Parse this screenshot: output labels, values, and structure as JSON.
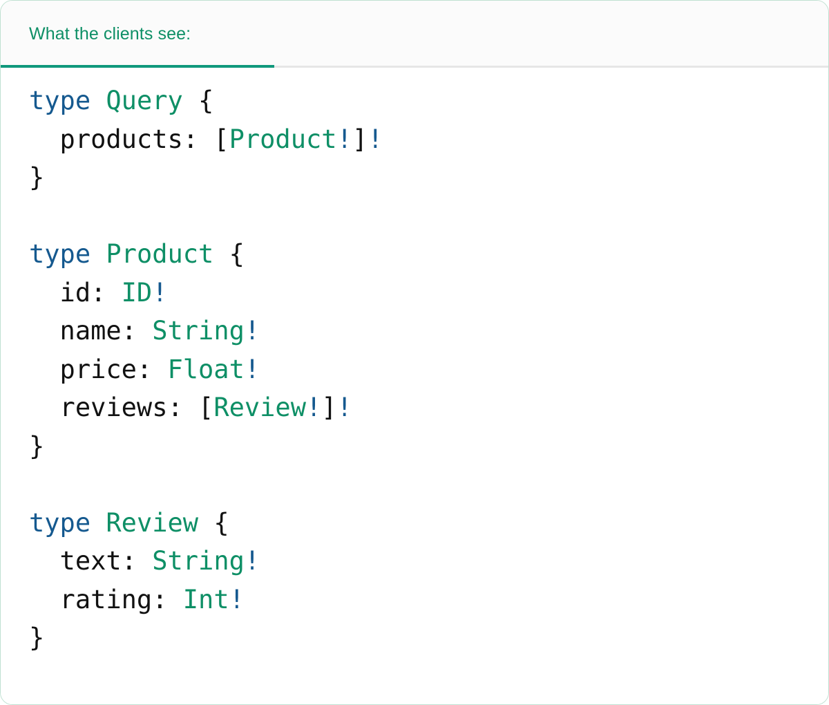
{
  "card": {
    "border_color": "#bfe0d1",
    "background": "#ffffff"
  },
  "tabs": {
    "active_index": 0,
    "items": [
      {
        "label": "What the clients see:",
        "active": true
      }
    ],
    "active_color": "#0e8f66",
    "underline_color": "#10987c",
    "strip_background": "#fbfbfb",
    "strip_rule_color": "#e6e6e6"
  },
  "code": {
    "language": "graphql",
    "colors": {
      "keyword": "#15598f",
      "type_name": "#0e8f66",
      "non_null": "#15598f",
      "punctuation": "#111111",
      "background": "#ffffff"
    },
    "raw": "type Query {\n  products: [Product!]!\n}\n\ntype Product {\n  id: ID!\n  name: String!\n  price: Float!\n  reviews: [Review!]!\n}\n\ntype Review {\n  text: String!\n  rating: Int!\n}",
    "lines": [
      {
        "tokens": [
          {
            "t": "type",
            "c": "kw"
          },
          {
            "t": " ",
            "c": "pn"
          },
          {
            "t": "Query",
            "c": "tn"
          },
          {
            "t": " {",
            "c": "pn"
          }
        ]
      },
      {
        "tokens": [
          {
            "t": "  products: [",
            "c": "pn"
          },
          {
            "t": "Product",
            "c": "tn"
          },
          {
            "t": "!",
            "c": "bang"
          },
          {
            "t": "]",
            "c": "pn"
          },
          {
            "t": "!",
            "c": "bang"
          }
        ]
      },
      {
        "tokens": [
          {
            "t": "}",
            "c": "pn"
          }
        ]
      },
      {
        "tokens": []
      },
      {
        "tokens": [
          {
            "t": "type",
            "c": "kw"
          },
          {
            "t": " ",
            "c": "pn"
          },
          {
            "t": "Product",
            "c": "tn"
          },
          {
            "t": " {",
            "c": "pn"
          }
        ]
      },
      {
        "tokens": [
          {
            "t": "  id: ",
            "c": "pn"
          },
          {
            "t": "ID",
            "c": "tn"
          },
          {
            "t": "!",
            "c": "bang"
          }
        ]
      },
      {
        "tokens": [
          {
            "t": "  name: ",
            "c": "pn"
          },
          {
            "t": "String",
            "c": "tn"
          },
          {
            "t": "!",
            "c": "bang"
          }
        ]
      },
      {
        "tokens": [
          {
            "t": "  price: ",
            "c": "pn"
          },
          {
            "t": "Float",
            "c": "tn"
          },
          {
            "t": "!",
            "c": "bang"
          }
        ]
      },
      {
        "tokens": [
          {
            "t": "  reviews: [",
            "c": "pn"
          },
          {
            "t": "Review",
            "c": "tn"
          },
          {
            "t": "!",
            "c": "bang"
          },
          {
            "t": "]",
            "c": "pn"
          },
          {
            "t": "!",
            "c": "bang"
          }
        ]
      },
      {
        "tokens": [
          {
            "t": "}",
            "c": "pn"
          }
        ]
      },
      {
        "tokens": []
      },
      {
        "tokens": [
          {
            "t": "type",
            "c": "kw"
          },
          {
            "t": " ",
            "c": "pn"
          },
          {
            "t": "Review",
            "c": "tn"
          },
          {
            "t": " {",
            "c": "pn"
          }
        ]
      },
      {
        "tokens": [
          {
            "t": "  text: ",
            "c": "pn"
          },
          {
            "t": "String",
            "c": "tn"
          },
          {
            "t": "!",
            "c": "bang"
          }
        ]
      },
      {
        "tokens": [
          {
            "t": "  rating: ",
            "c": "pn"
          },
          {
            "t": "Int",
            "c": "tn"
          },
          {
            "t": "!",
            "c": "bang"
          }
        ]
      },
      {
        "tokens": [
          {
            "t": "}",
            "c": "pn"
          }
        ]
      }
    ]
  }
}
